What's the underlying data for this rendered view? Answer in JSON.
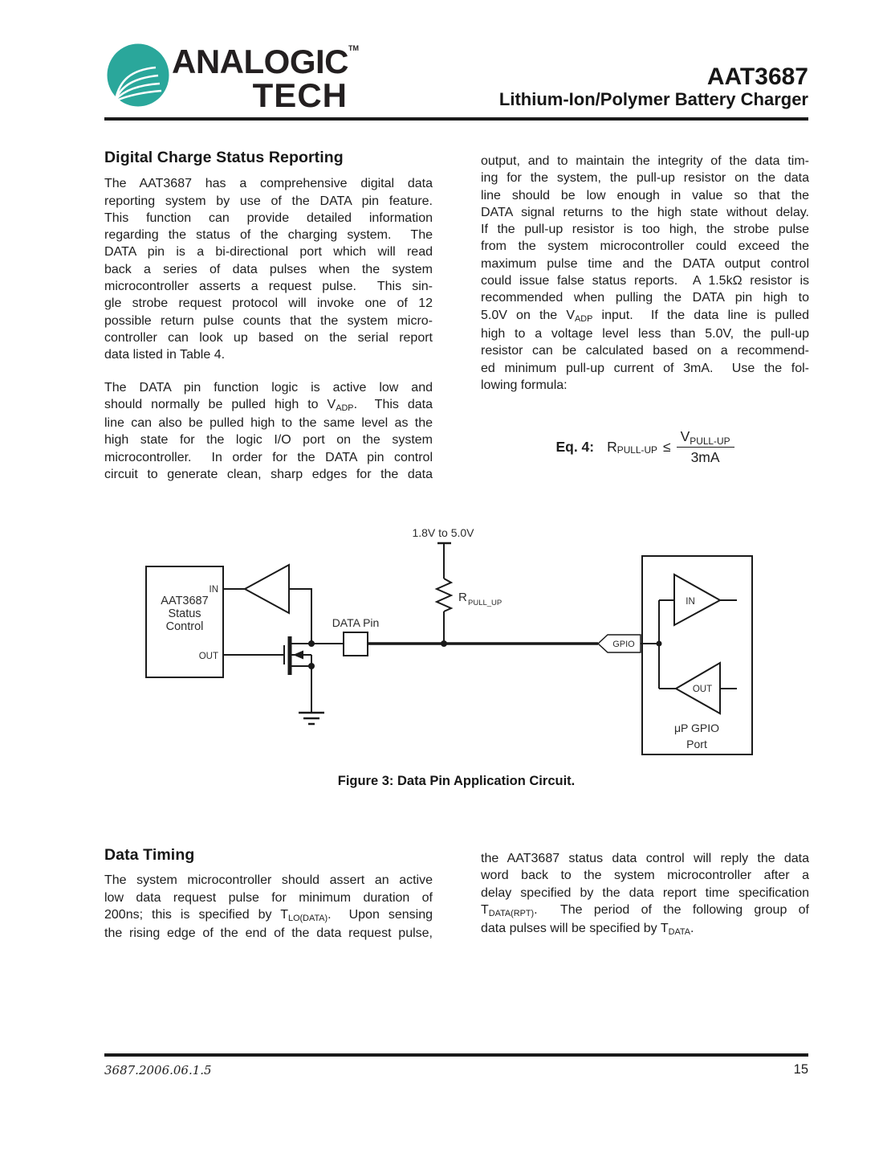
{
  "header": {
    "brand_top": "ANALOGIC",
    "brand_tm": "TM",
    "brand_bottom": "TECH",
    "part": "AAT3687",
    "subtitle": "Lithium-Ion/Polymer Battery Charger"
  },
  "digital": {
    "heading": "Digital Charge Status Reporting",
    "p1": {
      "justify_last": false,
      "lines": [
        "The AAT3687 has a comprehensive digital data",
        "reporting system by use of the DATA pin feature.",
        "This function can provide detailed information",
        "regarding the status of the charging system.  The",
        "DATA pin is a bi-directional port which will read",
        "back a series of data pulses when the system",
        "microcontroller asserts a request pulse.  This sin-",
        "gle strobe request protocol will invoke one of 12",
        "possible return pulse counts that the system micro-",
        "controller can look up based on the serial report",
        "data listed in Table 4."
      ]
    },
    "p2": {
      "justify_last": true,
      "lines": [
        "The DATA pin function logic is active low and",
        [
          {
            "t": "should normally be pulled high to V"
          },
          {
            "s": "ADP"
          },
          {
            "t": ".  This data"
          }
        ],
        "line can also be pulled high to the same level as the",
        "high state for the logic I/O port on the system",
        "microcontroller.  In order for the DATA pin control",
        "circuit to generate clean, sharp edges for the data"
      ]
    },
    "p3": {
      "justify_last": false,
      "lines": [
        "output, and to maintain the integrity of the data tim-",
        "ing for the system, the pull-up resistor on the data",
        "line should be low enough in value so that the",
        "DATA signal returns to the high state without delay.",
        "If the pull-up resistor is too high, the strobe pulse",
        "from the system microcontroller could exceed the",
        "maximum pulse time and the DATA output control",
        "could issue false status reports.  A 1.5kΩ resistor is",
        "recommended when pulling the DATA pin high to",
        [
          {
            "t": "5.0V on the V"
          },
          {
            "s": "ADP"
          },
          {
            "t": " input.  If the data line is pulled"
          }
        ],
        "high to a voltage level less than 5.0V, the pull-up",
        "resistor can be calculated based on a recommend-",
        "ed minimum pull-up current of 3mA.  Use the fol-",
        "lowing formula:"
      ]
    }
  },
  "equation": {
    "label": "Eq. 4:",
    "lhs": "R",
    "lhs_sub": "PULL-UP",
    "rel": "≤",
    "num": "V",
    "num_sub": "PULL-UP",
    "den": "3mA"
  },
  "figure": {
    "caption": "Figure 3: Data Pin Application Circuit.",
    "supply": "1.8V to 5.0V",
    "resistor": "R",
    "resistor_sub": "PULL_UP",
    "data_pin": "DATA Pin",
    "chip": [
      "AAT3687",
      "Status",
      "Control"
    ],
    "chip_in": "IN",
    "chip_out": "OUT",
    "gpio": "GPIO",
    "mcu_in": "IN",
    "mcu_out": "OUT",
    "mcu": [
      "μP GPIO",
      "Port"
    ]
  },
  "timing": {
    "heading": "Data Timing",
    "p1": {
      "justify_last": true,
      "lines": [
        "The system microcontroller should assert an active",
        "low data request pulse for minimum duration of",
        [
          {
            "t": "200ns; this is specified by T"
          },
          {
            "s": "LO(DATA)"
          },
          {
            "t": ".  Upon sensing"
          }
        ],
        "the rising edge of the end of the data request pulse,"
      ]
    },
    "p2": {
      "justify_last": false,
      "lines": [
        "the AAT3687 status data control will reply the data",
        "word back to the system microcontroller after a",
        "delay specified by the data report time specification",
        [
          {
            "t": "T"
          },
          {
            "s": "DATA(RPT)"
          },
          {
            "t": ".  The period of the following group of"
          }
        ],
        [
          {
            "t": "data pulses will be specified by T"
          },
          {
            "s": "DATA"
          },
          {
            "t": "."
          }
        ]
      ]
    }
  },
  "footer": {
    "doc_id": "3687.2006.06.1.5",
    "page": "15"
  }
}
